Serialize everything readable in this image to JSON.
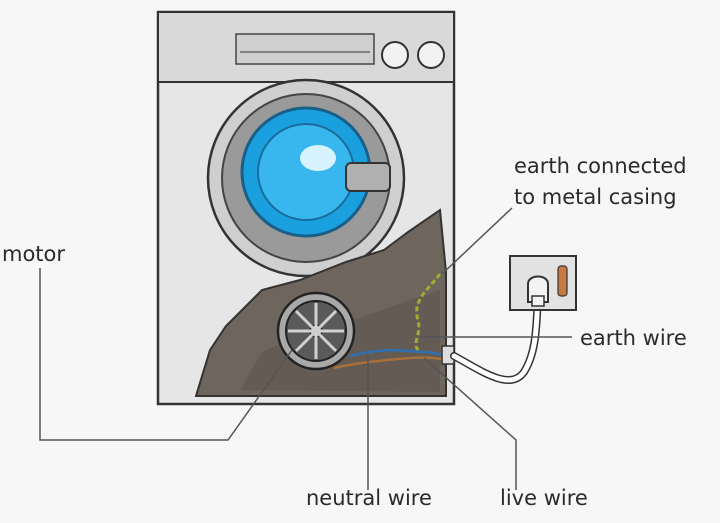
{
  "diagram": {
    "labels": {
      "motor": "motor",
      "earth_casing_line1": "earth connected",
      "earth_casing_line2": "to metal casing",
      "earth_wire": "earth wire",
      "neutral_wire": "neutral wire",
      "live_wire": "live wire"
    },
    "colors": {
      "casing": "#e6e6e6",
      "drum_blue": "#1aa0de",
      "interior": "#6e655d",
      "earth_wire": "#9fae2e",
      "neutral_wire": "#2f6fb0",
      "live_wire": "#a8703a",
      "outline": "#333333"
    }
  }
}
